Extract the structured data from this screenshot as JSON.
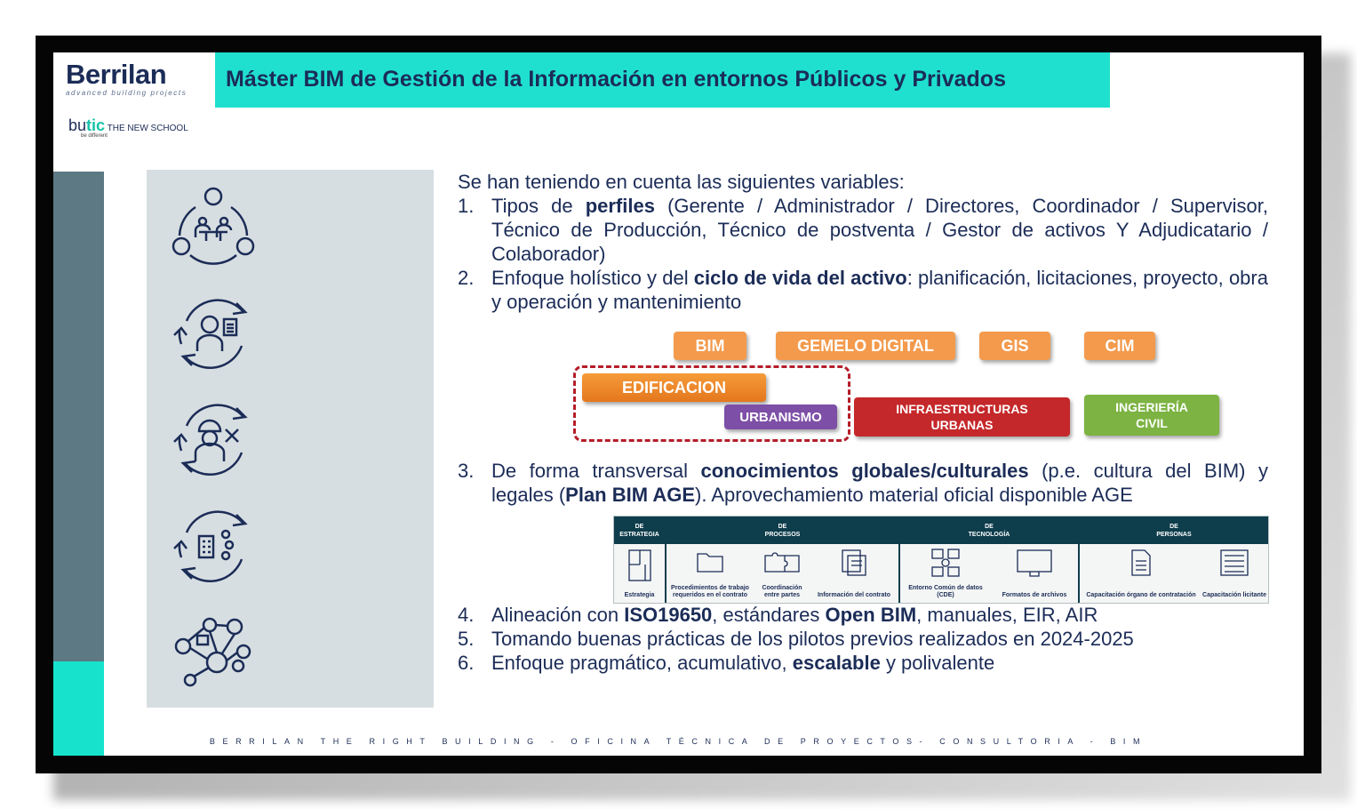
{
  "logo": {
    "brand": "Berrilan",
    "tagline": "advanced building projects"
  },
  "butic": {
    "bu": "bu",
    "tic": "tic",
    "school": "THE NEW SCHOOL",
    "tagline": "be different"
  },
  "title": "Máster BIM de Gestión de la Información en entornos Públicos y Privados",
  "intro": "Se han teniendo en cuenta las siguientes variables:",
  "items": {
    "i1": {
      "num": "1.",
      "pre": "Tipos de ",
      "bold": "perfiles",
      "post": " (Gerente / Administrador / Directores, Coordinador / Supervisor, Técnico de Producción, Técnico de postventa / Gestor de activos Y Adjudicatario / Colaborador)"
    },
    "i2": {
      "num": "2.",
      "pre": "Enfoque holístico y del ",
      "bold": "ciclo de vida del activo",
      "post": ": planificación, licitaciones, proyecto, obra y operación y mantenimiento"
    },
    "i3": {
      "num": "3.",
      "pre": "De forma transversal ",
      "bold": "conocimientos globales/culturales",
      "mid": " (p.e. cultura del BIM) y legales (",
      "bold2": "Plan BIM AGE",
      "post": "). Aprovechamiento material oficial disponible AGE"
    },
    "i4": {
      "num": "4.",
      "pre": "Alineación con ",
      "bold": "ISO19650",
      "mid": ", estándares ",
      "bold2": "Open BIM",
      "post": ", manuales, EIR, AIR"
    },
    "i5": {
      "num": "5.",
      "text": "Tomando buenas prácticas de los pilotos previos realizados en 2024-2025"
    },
    "i6": {
      "num": "6.",
      "pre": "Enfoque pragmático, acumulativo, ",
      "bold": "escalable",
      "post": " y polivalente"
    }
  },
  "chips": {
    "bim": "BIM",
    "gemelo": "GEMELO DIGITAL",
    "gis": "GIS",
    "cim": "CIM",
    "edificacion": "EDIFICACION",
    "urbanismo": "URBANISMO",
    "infra1": "INFRAESTRUCTURAS",
    "infra2": "URBANAS",
    "ing1": "INGERIERÍA",
    "ing2": "CIVIL"
  },
  "age_table": {
    "headers": {
      "h1a": "DE",
      "h1b": "ESTRATEGIA",
      "h2a": "DE",
      "h2b": "PROCESOS",
      "h3a": "DE",
      "h3b": "TECNOLOGÍA",
      "h4a": "DE",
      "h4b": "PERSONAS"
    },
    "cells": {
      "c1": "Estrategia",
      "c2": "Procedimientos de trabajo requeridos en el contrato",
      "c3": "Coordinación entre partes",
      "c4": "Información del contrato",
      "c5": "Entorno Común de datos (CDE)",
      "c6": "Formatos de archivos",
      "c7": "Capacitación órgano de contratación",
      "c8": "Capacitación licitante"
    }
  },
  "footer": "BERRILAN THE RIGHT BUILDING - OFICINA TÉCNICA DE PROYECTOS- CONSULTORIA - BIM",
  "colors": {
    "navy": "#1b2c57",
    "turquoise": "#1fe0cf",
    "teal_band": "#5c7984",
    "orange": "#f39a4c",
    "purple": "#7d4fa6",
    "red": "#c5282a",
    "green": "#7cb342",
    "age_header": "#0e3d4c"
  },
  "icons": [
    "meeting-cycle-icon",
    "manager-cycle-icon",
    "technician-cycle-icon",
    "building-people-cycle-icon",
    "people-network-icon"
  ]
}
